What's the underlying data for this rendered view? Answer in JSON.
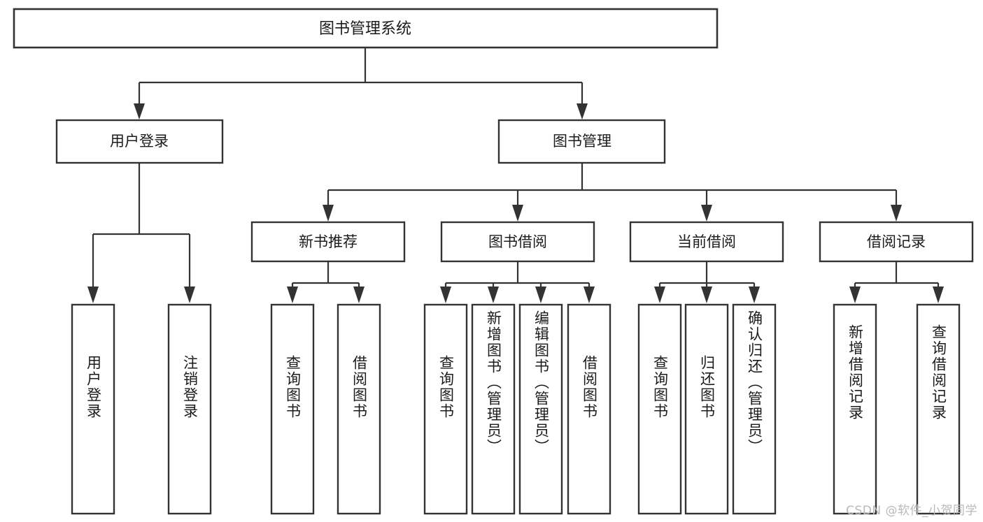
{
  "diagram": {
    "title": "图书管理系统",
    "type": "tree-hierarchy-diagram",
    "watermark": "CSDN @软件_小贺同学",
    "colors": {
      "background": "#ffffff",
      "box_fill": "#ffffff",
      "box_stroke": "#333333",
      "text": "#1b1b1b",
      "watermark": "#b9b9b9"
    },
    "root": {
      "label": "图书管理系统"
    },
    "level2": [
      {
        "id": "user-login",
        "label": "用户登录"
      },
      {
        "id": "book-management",
        "label": "图书管理"
      }
    ],
    "level3": [
      {
        "id": "new-book-recommend",
        "label": "新书推荐"
      },
      {
        "id": "book-borrow",
        "label": "图书借阅"
      },
      {
        "id": "current-borrow",
        "label": "当前借阅"
      },
      {
        "id": "borrow-record",
        "label": "借阅记录"
      }
    ],
    "leaves": {
      "user-login": [
        {
          "id": "leaf-user-login",
          "label": "用户登录"
        },
        {
          "id": "leaf-logout",
          "label": "注销登录"
        }
      ],
      "new-book-recommend": [
        {
          "id": "leaf-query-book-1",
          "label": "查询图书"
        },
        {
          "id": "leaf-borrow-book-1",
          "label": "借阅图书"
        }
      ],
      "book-borrow": [
        {
          "id": "leaf-query-book-2",
          "label": "查询图书"
        },
        {
          "id": "leaf-add-book",
          "label": "新增图书（管理员）"
        },
        {
          "id": "leaf-edit-book",
          "label": "编辑图书（管理员）"
        },
        {
          "id": "leaf-borrow-book-2",
          "label": "借阅图书"
        }
      ],
      "current-borrow": [
        {
          "id": "leaf-query-book-3",
          "label": "查询图书"
        },
        {
          "id": "leaf-return-book",
          "label": "归还图书"
        },
        {
          "id": "leaf-confirm-return",
          "label": "确认归还（管理员）"
        }
      ],
      "borrow-record": [
        {
          "id": "leaf-add-record",
          "label": "新增借阅记录"
        },
        {
          "id": "leaf-query-record",
          "label": "查询借阅记录"
        }
      ]
    }
  }
}
